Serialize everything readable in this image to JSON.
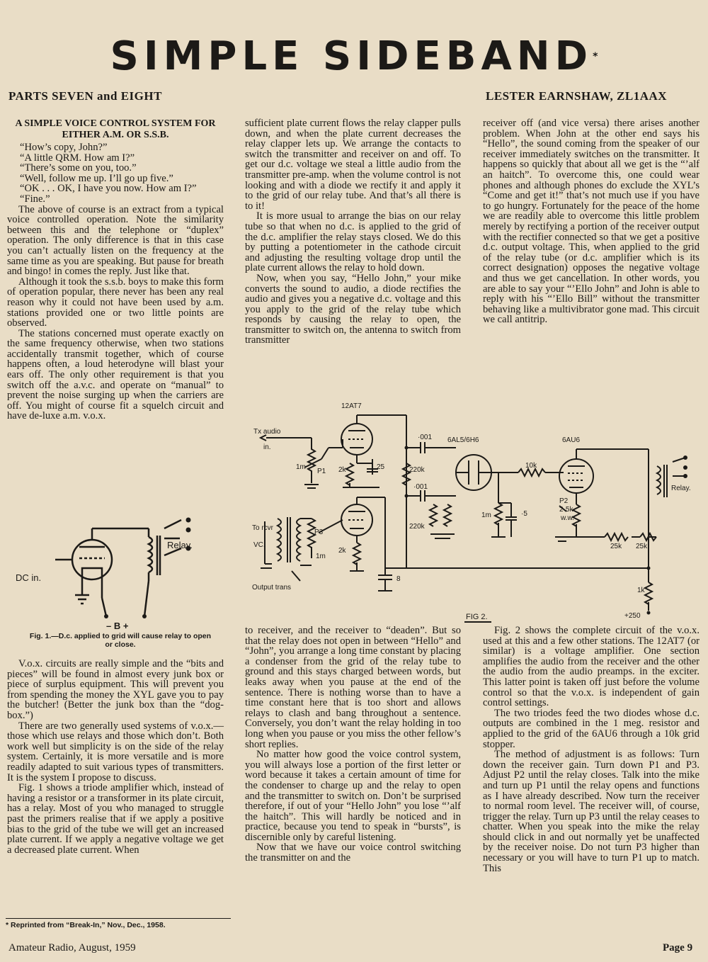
{
  "title": "SIMPLE SIDEBAND",
  "title_mark": "*",
  "parts": "PARTS SEVEN and EIGHT",
  "author": "LESTER EARNSHAW, ZL1AAX",
  "section_head": "A SIMPLE VOICE CONTROL SYSTEM FOR EITHER A.M. OR S.S.B.",
  "dialog": [
    "“How’s copy, John?”",
    "“A little QRM. How am I?”",
    "“There’s some on you, too.”",
    "“Well, follow me up. I’ll go up five.”",
    "“OK . . . OK, I have you now. How am I?”",
    "“Fine.”"
  ],
  "col1_paragraphs": [
    "The above of course is an extract from a typical voice controlled operation. Note the similarity between this and the telephone or “duplex” operation. The only difference is that in this case you can’t actually listen on the frequency at the same time as you are speaking. But pause for breath and bingo! in comes the reply. Just like that.",
    "Although it took the s.s.b. boys to make this form of operation popular, there never has been any real reason why it could not have been used by a.m. stations provided one or two little points are observed.",
    "The stations concerned must operate exactly on the same frequency otherwise, when two stations accidentally transmit together, which of course happens often, a loud heterodyne will blast your ears off. The only other requirement is that you switch off the a.v.c. and operate on “manual” to prevent the noise surging up when the carriers are off. You might of course fit a squelch circuit and have de-luxe a.m. v.o.x."
  ],
  "fig1": {
    "caption": "Fig. 1.—D.c. applied to grid will cause relay to open or close.",
    "labels": {
      "relay": "Relay.",
      "dc_in": "DC in.",
      "minus_b": "– B +"
    }
  },
  "col1b_paragraphs": [
    "V.o.x. circuits are really simple and the “bits and pieces” will be found in almost every junk box or piece of surplus equipment. This will prevent you from spending the money the XYL gave you to pay the butcher! (Better the junk box than the “dog-box.”)",
    "There are two generally used systems of v.o.x.—those which use relays and those which don’t. Both work well but simplicity is on the side of the relay system. Certainly, it is more versatile and is more readily adapted to suit various types of transmitters. It is the system I propose to discuss.",
    "Fig. 1 shows a triode amplifier which, instead of having a resistor or a transformer in its plate circuit, has a relay. Most of you who managed to struggle past the primers realise that if we apply a positive bias to the grid of the tube we will get an increased plate current. If we apply a negative voltage we get a decreased plate current. When"
  ],
  "footnote": "* Reprinted from “Break-In,” Nov., Dec., 1958.",
  "col2_paragraphs": [
    "sufficient plate current flows the relay clapper pulls down, and when the plate current decreases the relay clapper lets up. We arrange the contacts to switch the transmitter and receiver on and off. To get our d.c. voltage we steal a little audio from the transmitter pre-amp. when the volume control is not looking and with a diode we rectify it and apply it to the grid of our relay tube. And that’s all there is to it!",
    "It is more usual to arrange the bias on our relay tube so that when no d.c. is applied to the grid of the d.c. amplifier the relay stays closed. We do this by putting a potentiometer in the cathode circuit and adjusting the resulting voltage drop until the plate current allows the relay to hold down.",
    "Now, when you say, “Hello John,” your mike converts the sound to audio, a diode rectifies the audio and gives you a negative d.c. voltage and this you apply to the grid of the relay tube which responds by causing the relay to open, the transmitter to switch on, the antenna to switch from transmitter"
  ],
  "col3_paragraphs": [
    "receiver off (and vice versa) there arises another problem. When John at the other end says his “Hello”, the sound coming from the speaker of our receiver immediately switches on the transmitter. It happens so quickly that about all we get is the “’alf an haitch”. To overcome this, one could wear phones and although phones do exclude the XYL’s “Come and get it!” that’s not much use if you have to go hungry. Fortunately for the peace of the home we are readily able to overcome this little problem merely by rectifying a portion of the receiver output with the rectifier connected so that we get a positive d.c. output voltage. This, when applied to the grid of the relay tube (or d.c. amplifier which is its correct designation) opposes the negative voltage and thus we get cancellation. In other words, you are able to say your “’Ello John” and John is able to reply with his “’Ello Bill” without the transmitter behaving like a multivibrator gone mad. This circuit we call antitrip."
  ],
  "fig2": {
    "label": "FIG 2.",
    "labels": {
      "tube1": "12AT7",
      "tube2": "6AL5/6H6",
      "tube3": "6AU6",
      "tx_audio": "Tx audio",
      "in": "in.",
      "to_rcvr": "To rcvr",
      "vc": "VC.",
      "output_trans": "Output trans",
      "relay": "Relay.",
      "r_1m_p1": "1m",
      "p1": "P1",
      "r_2k_a": "2k",
      "c_25": "25",
      "c_001a": "·001",
      "r_220k": "220k",
      "c_001b": "·001",
      "r_220k_b": "220k",
      "p3": "P3",
      "r_1m_b": "1m",
      "r_2k_b": "2k",
      "c_8": "8",
      "r_1m_c": "1m",
      "c_5": "·5",
      "r_10k": "10k",
      "p2": "P2",
      "p2_val": "2·5k",
      "p2_ww": "w.w.",
      "r_25k_a": "25k",
      "r_25k_b": "25k",
      "r_1k": "1k",
      "b_plus": "+250"
    }
  },
  "col2b_paragraphs": [
    "to receiver, and the receiver to “deaden”. But so that the relay does not open in between “Hello” and “John”, you arrange a long time constant by placing a condenser from the grid of the relay tube to ground and this stays charged between words, but leaks away when you pause at the end of the sentence. There is nothing worse than to have a time constant here that is too short and allows relays to clash and bang throughout a sentence. Conversely, you don’t want the relay holding in too long when you pause or you miss the other fellow’s short replies.",
    "No matter how good the voice control system, you will always lose a portion of the first letter or word because it takes a certain amount of time for the condenser to charge up and the relay to open and the transmitter to switch on. Don’t be surprised therefore, if out of your “Hello John” you lose “’alf the haitch”. This will hardly be noticed and in practice, because you tend to speak in “bursts”, is discernible only by careful listening.",
    "Now that we have our voice control switching the transmitter on and the"
  ],
  "col3b_paragraphs": [
    "Fig. 2 shows the complete circuit of the v.o.x. used at this and a few other stations. The 12AT7 (or similar) is a voltage amplifier. One section amplifies the audio from the receiver and the other the audio from the audio preamps. in the exciter. This latter point is taken off just before the volume control so that the v.o.x. is independent of gain control settings.",
    "The two triodes feed the two diodes whose d.c. outputs are combined in the 1 meg. resistor and applied to the grid of the 6AU6 through a 10k grid stopper.",
    "The method of adjustment is as follows: Turn down the receiver gain. Turn down P1 and P3. Adjust P2 until the relay closes. Talk into the mike and turn up P1 until the relay opens and functions as I have already described. Now turn the receiver to normal room level. The receiver will, of course, trigger the relay. Turn up P3 until the relay ceases to chatter. When you speak into the mike the relay should click in and out normally yet be unaffected by the receiver noise. Do not turn P3 higher than necessary or you will have to turn P1 up to match. This"
  ],
  "footer": {
    "left": "Amateur Radio, August, 1959",
    "right": "Page 9"
  }
}
